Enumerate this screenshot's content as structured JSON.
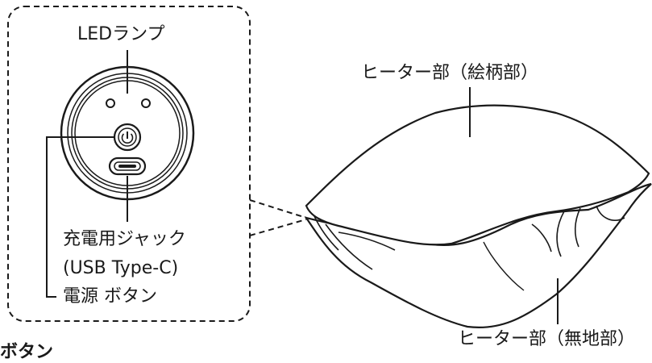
{
  "callout": {
    "led_label": "LEDランプ",
    "jack_label": "充電用ジャック",
    "jack_type_label": "(USB Type-C)",
    "power_button_label": "電源 ボタン"
  },
  "cushion": {
    "heater_top_label": "ヒーター部（絵柄部）",
    "heater_bottom_label": "ヒーター部（無地部）"
  },
  "footer": {
    "partial_heading": "ボタン"
  }
}
